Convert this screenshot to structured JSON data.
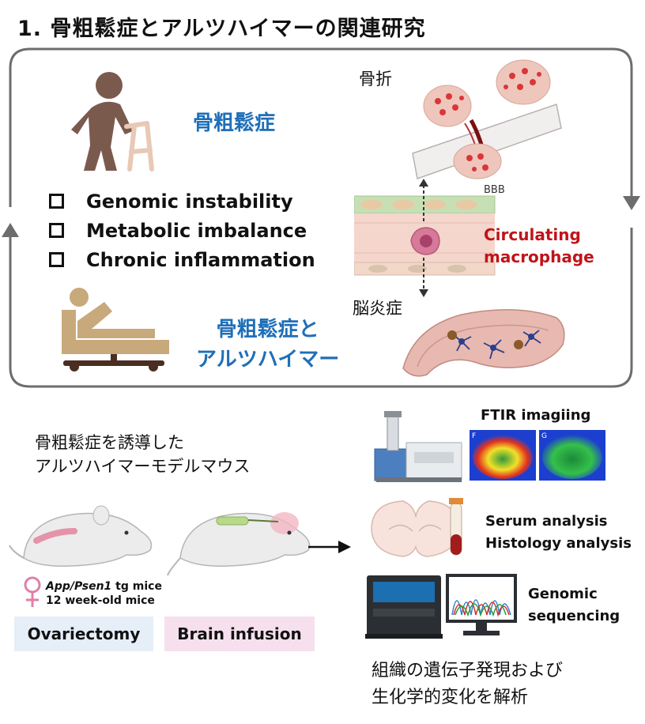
{
  "title": "1. 骨粗鬆症とアルツハイマーの関連研究",
  "top_panel": {
    "osteoporosis_label": "骨粗鬆症",
    "combined_label_line1": "骨粗鬆症と",
    "combined_label_line2": "アルツハイマー",
    "mechanisms": [
      "Genomic instability",
      "Metabolic imbalance",
      "Chronic inflammation"
    ],
    "fracture_label": "骨折",
    "bbb_label": "BBB",
    "circulating_line1": "Circulating",
    "circulating_line2": "macrophage",
    "encephalitis_label": "脳炎症"
  },
  "bottom_panel": {
    "model_line1": "骨粗鬆症を誘導した",
    "model_line2": "アルツハイマーモデルマウス",
    "mouse_strain_italic": "App/Psen1",
    "mouse_strain_suffix": " tg mice",
    "mouse_age": "12 week-old mice",
    "procedures": [
      "Ovariectomy",
      "Brain infusion"
    ],
    "ftir_label": "FTIR imagiing",
    "ftir_panel_letters": [
      "F",
      "G"
    ],
    "analysis_line1": "Serum analysis",
    "analysis_line2": "Histology analysis",
    "sequencing_line1": "Genomic",
    "sequencing_line2": "sequencing",
    "result_line1": "組織の遺伝子発現および",
    "result_line2": "生化学的変化を解析"
  },
  "colors": {
    "blue_text": "#1f6fb8",
    "red_text": "#c0141a",
    "frame": "#6d6d6d"
  }
}
